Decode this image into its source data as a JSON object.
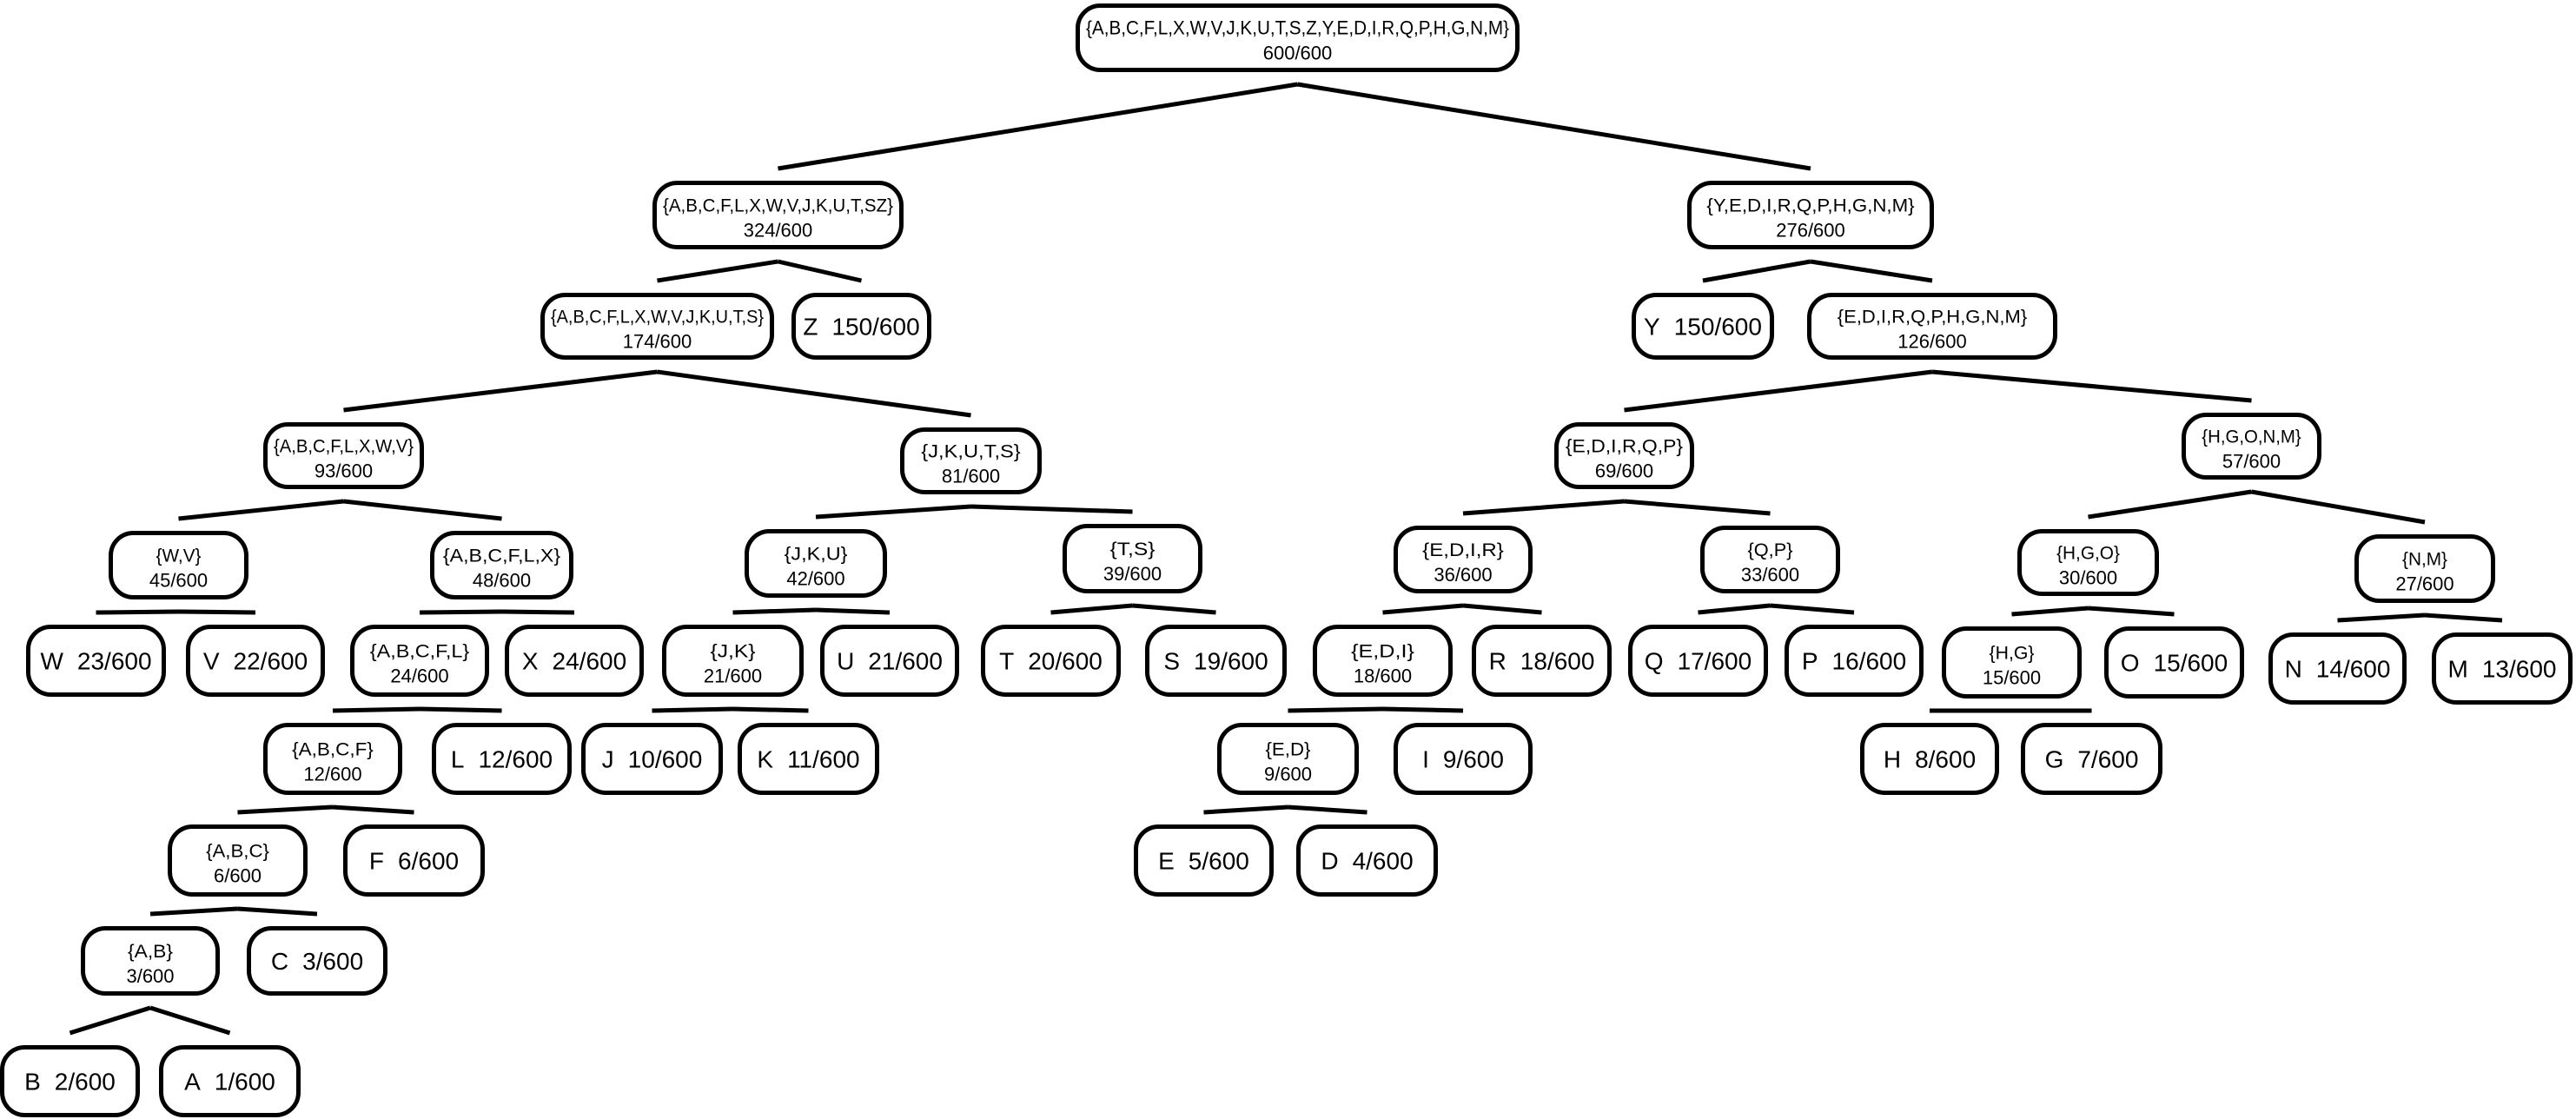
{
  "diagram": {
    "type": "binary-tree",
    "description": "Huffman-style probability tree",
    "nodes": [
      {
        "id": "root",
        "set": "{A,B,C,F,L,X,W,V,J,K,U,T,S,Z,Y,E,D,I,R,Q,P,H,G,N,M}",
        "count": "600/600",
        "parent": null
      },
      {
        "id": "n324",
        "set": "{A,B,C,F,L,X,W,V,J,K,U,T,SZ}",
        "count": "324/600",
        "parent": "root"
      },
      {
        "id": "n276",
        "set": "{Y,E,D,I,R,Q,P,H,G,N,M}",
        "count": "276/600",
        "parent": "root"
      },
      {
        "id": "n174",
        "set": "{A,B,C,F,L,X,W,V,J,K,U,T,S}",
        "count": "174/600",
        "parent": "n324"
      },
      {
        "id": "Z",
        "leaf": "Z",
        "count": "150/600",
        "parent": "n324"
      },
      {
        "id": "Y",
        "leaf": "Y",
        "count": "150/600",
        "parent": "n276"
      },
      {
        "id": "n126",
        "set": "{E,D,I,R,Q,P,H,G,N,M}",
        "count": "126/600",
        "parent": "n276"
      },
      {
        "id": "n93",
        "set": "{A,B,C,F,L,X,W,V}",
        "count": "93/600",
        "parent": "n174"
      },
      {
        "id": "n81",
        "set": "{J,K,U,T,S}",
        "count": "81/600",
        "parent": "n174"
      },
      {
        "id": "n69",
        "set": "{E,D,I,R,Q,P}",
        "count": "69/600",
        "parent": "n126"
      },
      {
        "id": "n57",
        "set": "{H,G,O,N,M}",
        "count": "57/600",
        "parent": "n126"
      },
      {
        "id": "n45",
        "set": "{W,V}",
        "count": "45/600",
        "parent": "n93"
      },
      {
        "id": "n48",
        "set": "{A,B,C,F,L,X}",
        "count": "48/600",
        "parent": "n93"
      },
      {
        "id": "n42",
        "set": "{J,K,U}",
        "count": "42/600",
        "parent": "n81"
      },
      {
        "id": "n39",
        "set": "{T,S}",
        "count": "39/600",
        "parent": "n81"
      },
      {
        "id": "n36",
        "set": "{E,D,I,R}",
        "count": "36/600",
        "parent": "n69"
      },
      {
        "id": "n33",
        "set": "{Q,P}",
        "count": "33/600",
        "parent": "n69"
      },
      {
        "id": "n30",
        "set": "{H,G,O}",
        "count": "30/600",
        "parent": "n57"
      },
      {
        "id": "n27",
        "set": "{N,M}",
        "count": "27/600",
        "parent": "n57"
      },
      {
        "id": "W",
        "leaf": "W",
        "count": "23/600",
        "parent": "n45"
      },
      {
        "id": "V",
        "leaf": "V",
        "count": "22/600",
        "parent": "n45"
      },
      {
        "id": "n24",
        "set": "{A,B,C,F,L}",
        "count": "24/600",
        "parent": "n48"
      },
      {
        "id": "X",
        "leaf": "X",
        "count": "24/600",
        "parent": "n48"
      },
      {
        "id": "n21",
        "set": "{J,K}",
        "count": "21/600",
        "parent": "n42"
      },
      {
        "id": "U",
        "leaf": "U",
        "count": "21/600",
        "parent": "n42"
      },
      {
        "id": "T",
        "leaf": "T",
        "count": "20/600",
        "parent": "n39"
      },
      {
        "id": "S",
        "leaf": "S",
        "count": "19/600",
        "parent": "n39"
      },
      {
        "id": "n18",
        "set": "{E,D,I}",
        "count": "18/600",
        "parent": "n36"
      },
      {
        "id": "R",
        "leaf": "R",
        "count": "18/600",
        "parent": "n36"
      },
      {
        "id": "Q",
        "leaf": "Q",
        "count": "17/600",
        "parent": "n33"
      },
      {
        "id": "P",
        "leaf": "P",
        "count": "16/600",
        "parent": "n33"
      },
      {
        "id": "n15",
        "set": "{H,G}",
        "count": "15/600",
        "parent": "n30"
      },
      {
        "id": "O",
        "leaf": "O",
        "count": "15/600",
        "parent": "n30"
      },
      {
        "id": "N",
        "leaf": "N",
        "count": "14/600",
        "parent": "n27"
      },
      {
        "id": "M",
        "leaf": "M",
        "count": "13/600",
        "parent": "n27"
      },
      {
        "id": "n12",
        "set": "{A,B,C,F}",
        "count": "12/600",
        "parent": "n24"
      },
      {
        "id": "L",
        "leaf": "L",
        "count": "12/600",
        "parent": "n24"
      },
      {
        "id": "J",
        "leaf": "J",
        "count": "10/600",
        "parent": "n21"
      },
      {
        "id": "K",
        "leaf": "K",
        "count": "11/600",
        "parent": "n21"
      },
      {
        "id": "n9",
        "set": "{E,D}",
        "count": "9/600",
        "parent": "n18"
      },
      {
        "id": "I",
        "leaf": "I",
        "count": "9/600",
        "parent": "n18"
      },
      {
        "id": "H",
        "leaf": "H",
        "count": "8/600",
        "parent": "n15"
      },
      {
        "id": "G",
        "leaf": "G",
        "count": "7/600",
        "parent": "n15"
      },
      {
        "id": "n6",
        "set": "{A,B,C}",
        "count": "6/600",
        "parent": "n12"
      },
      {
        "id": "F",
        "leaf": "F",
        "count": "6/600",
        "parent": "n12"
      },
      {
        "id": "E",
        "leaf": "E",
        "count": "5/600",
        "parent": "n9"
      },
      {
        "id": "D",
        "leaf": "D",
        "count": "4/600",
        "parent": "n9"
      },
      {
        "id": "n3",
        "set": "{A,B}",
        "count": "3/600",
        "parent": "n6"
      },
      {
        "id": "C",
        "leaf": "C",
        "count": "3/600",
        "parent": "n6"
      },
      {
        "id": "B",
        "leaf": "B",
        "count": "2/600",
        "parent": "n3"
      },
      {
        "id": "A",
        "leaf": "A",
        "count": "1/600",
        "parent": "n3"
      }
    ]
  }
}
